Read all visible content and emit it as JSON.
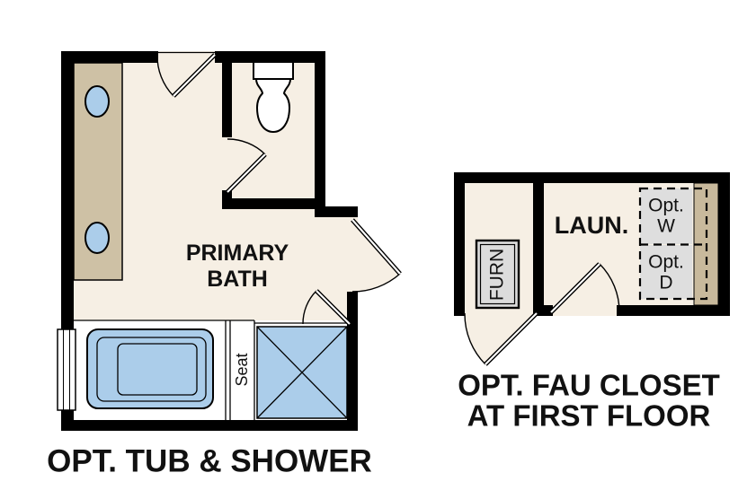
{
  "colors": {
    "bg": "#ffffff",
    "floor": "#f6efe4",
    "counter": "#cec1a5",
    "counter-dark": "#c8b99c",
    "water": "#abcdea",
    "appliance": "#dedede",
    "wall": "#000000",
    "text": "#111111"
  },
  "plan_left": {
    "room_line1": "PRIMARY",
    "room_line2": "BATH",
    "seat_label": "Seat",
    "caption": "OPT. TUB & SHOWER"
  },
  "plan_right": {
    "room_label": "LAUN.",
    "furnace_label": "FURN",
    "washer_line1": "Opt.",
    "washer_line2": "W",
    "dryer_line1": "Opt.",
    "dryer_line2": "D",
    "caption_line1": "OPT. FAU CLOSET",
    "caption_line2": "AT FIRST FLOOR"
  }
}
